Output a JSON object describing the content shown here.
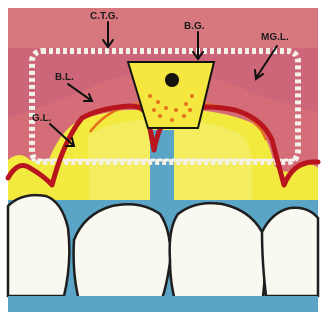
{
  "figure": {
    "labels": {
      "ctg": "C.T.G.",
      "bg": "B.G.",
      "mgl": "MG.L.",
      "bl": "B.L.",
      "gl": "G.L."
    },
    "colors": {
      "background": "#ce6679",
      "upper_band": "#d7787f",
      "gingiva": "#d46d78",
      "gingiva_light": "#e3a1a8",
      "gum_outline": "#b8151e",
      "bone_yellow": "#f2ea3f",
      "bone_light": "#f5ee6e",
      "root_blue": "#5aa4c5",
      "graft_yellow": "#f6e640",
      "graft_dark": "#13140e",
      "graft_dots": "#e8751a",
      "tooth_white": "#f9f9f1",
      "tooth_outline": "#1e1e1e",
      "dashed_frame": "#f4f0ea",
      "arrow": "#111111",
      "bone_line": "#e86f1e"
    }
  }
}
